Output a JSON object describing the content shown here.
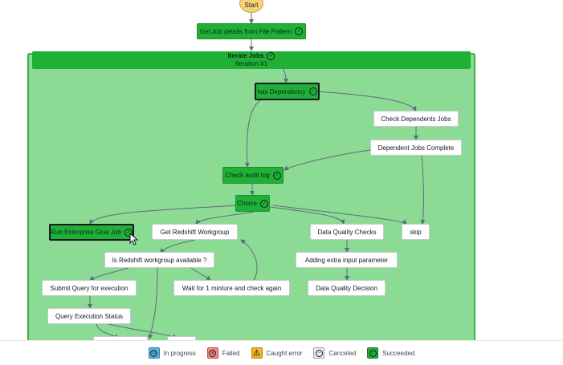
{
  "graph": {
    "start_label": "Start",
    "get_job_details": "Get Job details from File Pattern",
    "iterate": {
      "title": "Iterate Jobs",
      "iteration": "Iteration #1"
    },
    "nodes": {
      "has_dependency": "has Dependency",
      "check_dependents_jobs": "Check Dependents Jobs",
      "dependent_jobs_complete": "Dependent Jobs Complete",
      "check_audit_log": "Check audit log",
      "choice": "Choice",
      "run_enterprise_glue_job": "Run Enterprise Glue Job",
      "get_redshift_workgroup": "Get Redshift Workgroup",
      "data_quality_checks": "Data Quality Checks",
      "skip": "skip",
      "is_redshift_workgroup_available": "Is Redshift workgroup available ?",
      "adding_extra_input_parameter": "Adding extra input parameter",
      "submit_query_for_execution": "Submit Query for execution",
      "wait_for_1_minute": "Wait for 1 minture and check again",
      "data_quality_decision": "Data Quality Decision",
      "query_execution_status": "Query Execution Status"
    }
  },
  "legend": {
    "items": [
      {
        "label": "In progress",
        "icon": "clock-icon",
        "color": "#5cb8e6"
      },
      {
        "label": "Failed",
        "icon": "x-circle-icon",
        "color": "#f28b82"
      },
      {
        "label": "Caught error",
        "icon": "warning-icon",
        "color": "#f5b71a"
      },
      {
        "label": "Canceled",
        "icon": "minus-circle-icon",
        "color": "#e9ebed"
      },
      {
        "label": "Succeeded",
        "icon": "check-circle-icon",
        "color": "#20b038"
      }
    ]
  },
  "colors": {
    "succeeded": "#20b038",
    "iteration_background": "#8bdb94",
    "start": "#f8d277"
  }
}
